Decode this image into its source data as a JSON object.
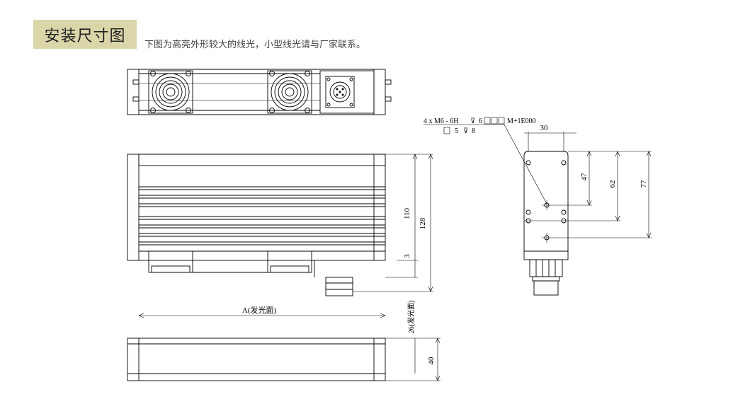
{
  "header": {
    "title": "安装尺寸图",
    "subtitle": "下图为高亮外形较大的线光，小型线光请与厂家联系。"
  },
  "dimensions": {
    "front_height_inner": "110",
    "front_height_total": "128",
    "front_offset": "3",
    "side_width": "30",
    "side_d1": "47",
    "side_d2": "62",
    "side_d3": "77",
    "bottom_length": "A(发光面)",
    "bottom_offset": "26(发光面)",
    "bottom_height": "40"
  },
  "callout": {
    "line1": "4 x M6 - 6H",
    "line1_depth": "6",
    "line1_tail": "M+1E000",
    "line2_a": "5",
    "line2_b": "8"
  },
  "colors": {
    "title_bg": "#dad6a9",
    "line": "#000000"
  }
}
